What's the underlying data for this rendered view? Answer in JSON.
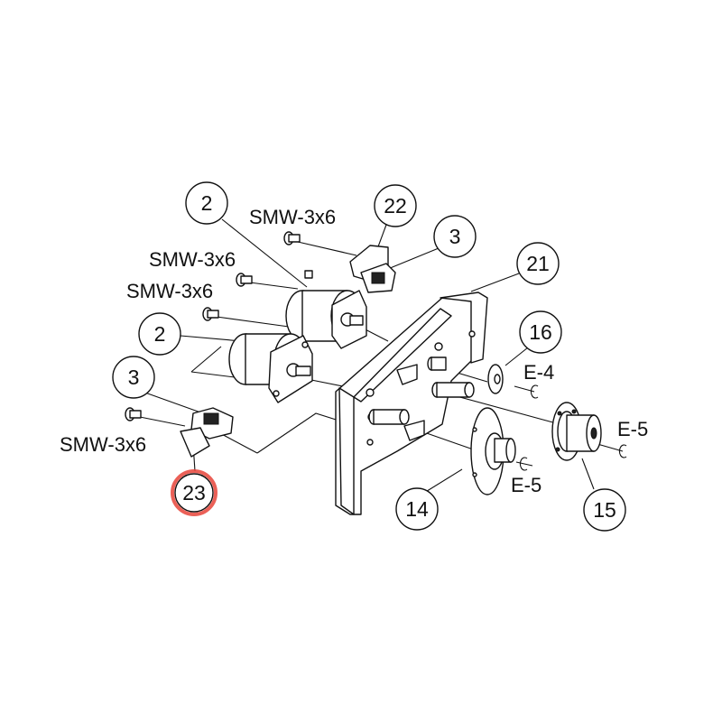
{
  "callouts": [
    {
      "id": "c2a",
      "label": "2"
    },
    {
      "id": "c22",
      "label": "22"
    },
    {
      "id": "c3a",
      "label": "3"
    },
    {
      "id": "c21",
      "label": "21"
    },
    {
      "id": "c16",
      "label": "16"
    },
    {
      "id": "c2b",
      "label": "2"
    },
    {
      "id": "c3b",
      "label": "3"
    },
    {
      "id": "c23",
      "label": "23",
      "highlighted": true
    },
    {
      "id": "c14",
      "label": "14"
    },
    {
      "id": "c15",
      "label": "15"
    }
  ],
  "screw_labels": [
    "SMW-3x6",
    "SMW-3x6",
    "SMW-3x6",
    "SMW-3x6"
  ],
  "ring_labels": [
    "E-4",
    "E-5",
    "E-5"
  ],
  "colors": {
    "line": "#111111",
    "highlight": "#e8443a",
    "background": "#ffffff"
  }
}
